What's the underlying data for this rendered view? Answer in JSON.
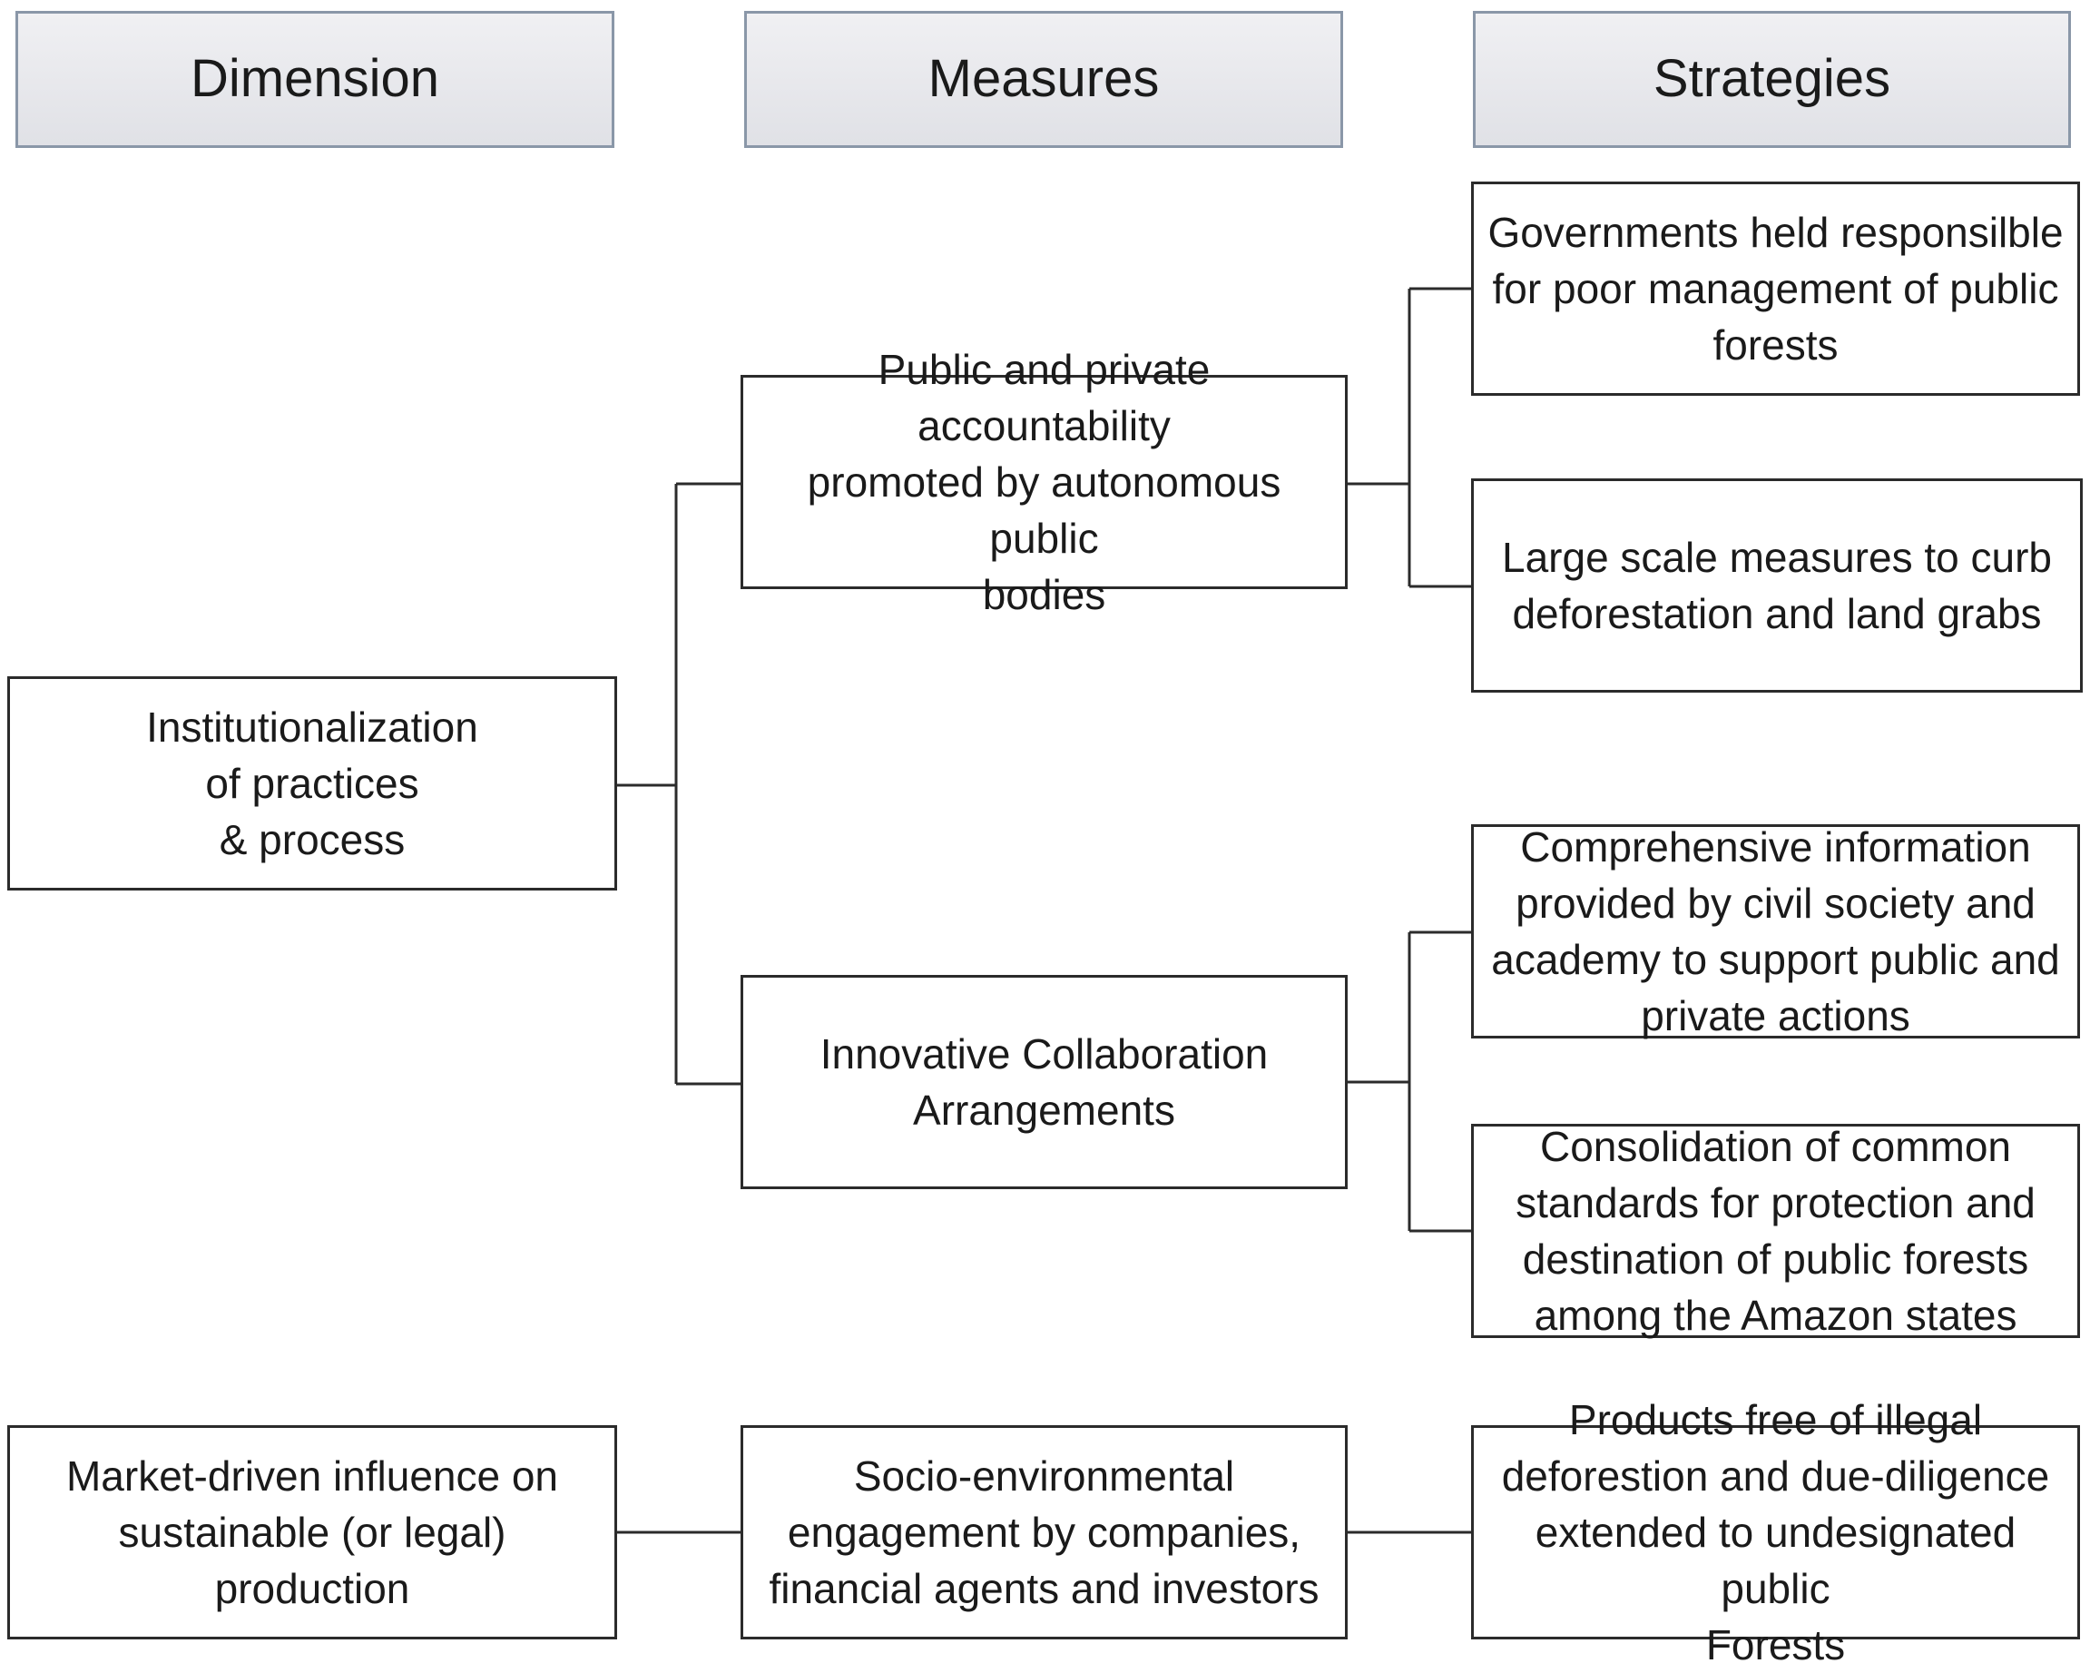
{
  "headers": {
    "dimension": "Dimension",
    "measures": "Measures",
    "strategies": "Strategies"
  },
  "dimensions": {
    "institutionalization": "Institutionalization\nof practices\n& process",
    "market": "Market-driven influence on\nsustainable (or legal) production"
  },
  "measures": {
    "accountability": "Public and private accountability\npromoted by autonomous public\nbodies",
    "collaboration": "Innovative Collaboration\nArrangements",
    "engagement": "Socio-environmental\nengagement by companies,\nfinancial agents and investors"
  },
  "strategies": {
    "governments": "Governments held responsilble\nfor poor management of public\nforests",
    "large_scale": "Large scale measures to curb\ndeforestation and land grabs",
    "information": "Comprehensive information\nprovided by civil society and\nacademy to support public and\nprivate actions",
    "consolidation": "Consolidation of common\nstandards for protection and\ndestination of public forests\namong the Amazon states",
    "products": "Products free of illegal\ndeforestion and due-diligence\nextended to undesignated public\nForests"
  }
}
